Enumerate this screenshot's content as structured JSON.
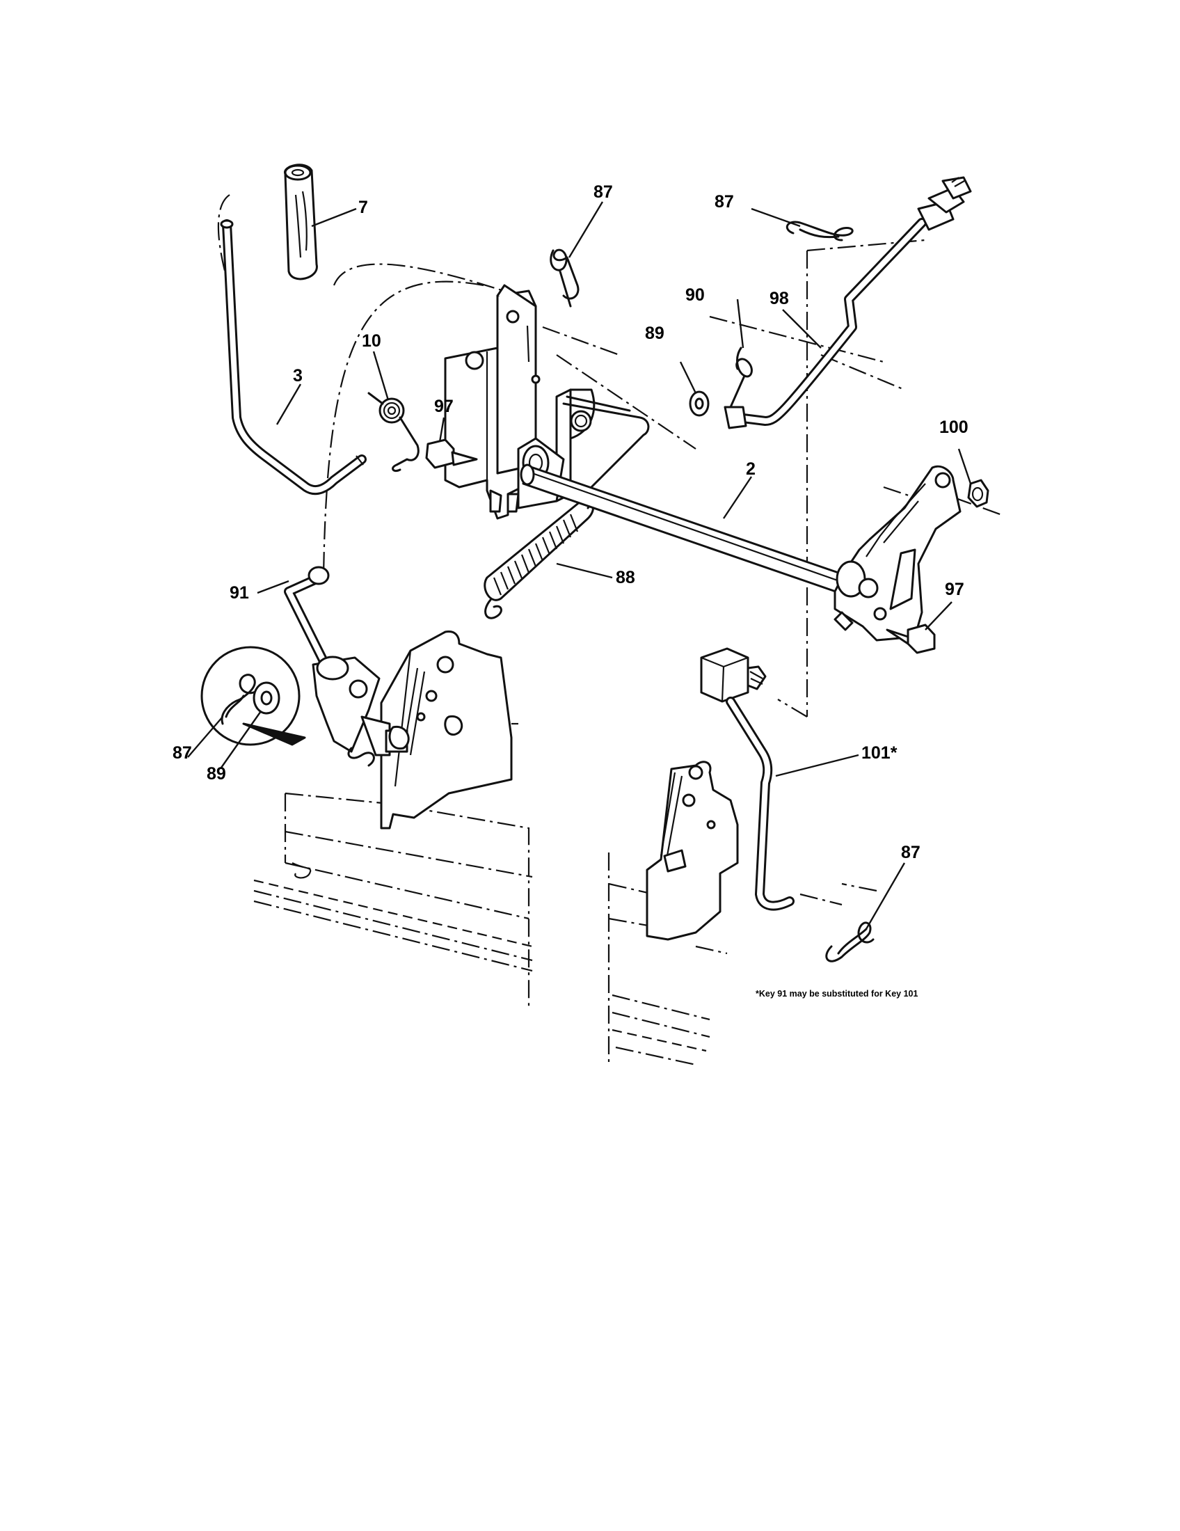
{
  "callouts": {
    "c_7": "7",
    "c_87_top": "87",
    "c_87_topright": "87",
    "c_90": "90",
    "c_98": "98",
    "c_89_mid": "89",
    "c_10": "10",
    "c_3": "3",
    "c_97_left": "97",
    "c_100": "100",
    "c_2": "2",
    "c_88": "88",
    "c_91": "91",
    "c_97_right": "97",
    "c_87_left": "87",
    "c_89_left": "89",
    "c_101": "101*",
    "c_87_bottom": "87"
  },
  "note": "*Key 91 may be substituted for Key 101"
}
